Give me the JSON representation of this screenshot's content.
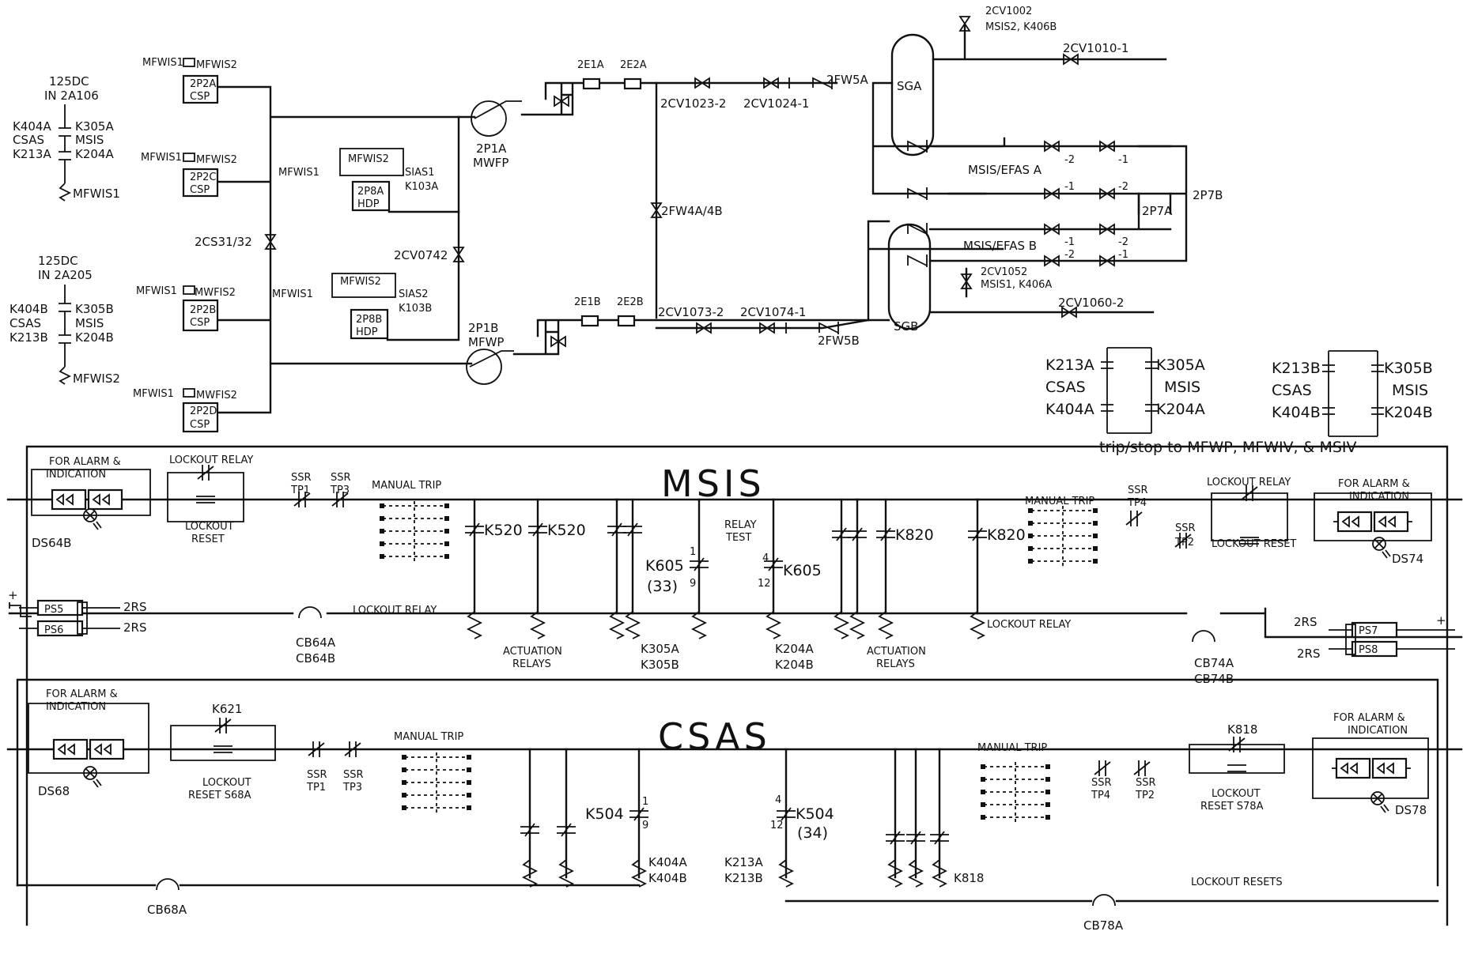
{
  "power_supplies": {
    "supply_a": {
      "line1": "125DC",
      "line2": "IN 2A106"
    },
    "supply_b": {
      "line1": "125DC",
      "line2": "IN 2A205"
    }
  },
  "valve_interlocks": {
    "left_a": [
      "K404A",
      "CSAS",
      "K213A"
    ],
    "right_a": [
      "K305A",
      "MSIS",
      "K204A"
    ],
    "coil_a": "MFWIS1",
    "left_b": [
      "K404B",
      "CSAS",
      "K213B"
    ],
    "right_b": [
      "K305B",
      "MSIS",
      "K204B"
    ],
    "coil_b": "MFWIS2"
  },
  "pumps": {
    "p2a": {
      "top_left": "MFWIS1",
      "top_right": "MFWIS2",
      "name": "2P2A",
      "type": "CSP"
    },
    "p2c": {
      "top_left": "MFWIS1",
      "top_right": "MFWIS2",
      "name": "2P2C",
      "type": "CSP"
    },
    "p2b": {
      "top_left": "MFWIS1",
      "top_right": "MWFIS2",
      "name": "2P2B",
      "type": "CSP"
    },
    "p2d": {
      "top_left": "MFWIS1",
      "top_right": "MWFIS2",
      "name": "2P2D",
      "type": "CSP"
    },
    "p8a": {
      "left": "MFWIS1",
      "top": "MFWIS2",
      "name": "2P8A",
      "type": "HDP",
      "sig1": "SIAS1",
      "sig2": "K103A"
    },
    "p8b": {
      "left": "MFWIS1",
      "top": "MFWIS2",
      "name": "2P8B",
      "type": "HDP",
      "sig1": "SIAS2",
      "sig2": "K103B"
    },
    "mfwp_a": {
      "name": "2P1A",
      "type": "MWFP"
    },
    "mfwp_b": {
      "name": "2P1B",
      "type": "MFWP"
    }
  },
  "valves": {
    "cs3132": "2CS31/32",
    "cv0742": "2CV0742",
    "e1a": "2E1A",
    "e2a": "2E2A",
    "e1b": "2E1B",
    "e2b": "2E2B",
    "cv1023": "2CV1023-2",
    "cv1024": "2CV1024-1",
    "cv1073": "2CV1073-2",
    "cv1074": "2CV1074-1",
    "fw4": "2FW4A/4B",
    "fw5a": "2FW5A",
    "fw5b": "2FW5B",
    "cv1002": "2CV1002",
    "cv1002_sig": "MSIS2, K406B",
    "cv1010": "2CV1010-1",
    "cv1052": "2CV1052",
    "cv1052_sig": "MSIS1, K406A",
    "cv1060": "2CV1060-2",
    "p7a": "2P7A",
    "p7b": "2P7B",
    "efas_a": "MSIS/EFAS A",
    "efas_b": "MSIS/EFAS B",
    "m1": "-1",
    "m2": "-2"
  },
  "steam_generators": {
    "a": "SGA",
    "b": "SGB"
  },
  "trip_contacts": {
    "group_a_left": [
      "K213A",
      "CSAS",
      "K404A"
    ],
    "group_a_right": [
      "K305A",
      "MSIS",
      "K204A"
    ],
    "group_b_left": [
      "K213B",
      "CSAS",
      "K404B"
    ],
    "group_b_right": [
      "K305B",
      "MSIS",
      "K204B"
    ],
    "caption": "trip/stop to MFWP, MFWIV, & MSIV"
  },
  "msis": {
    "title": "MSIS",
    "alarm_left": [
      "FOR ALARM &",
      "INDICATION"
    ],
    "ds_left": "DS64B",
    "lockout_relay": "LOCKOUT RELAY",
    "lockout_reset": [
      "LOCKOUT",
      "RESET"
    ],
    "ssr_tp1": [
      "SSR",
      "TP1"
    ],
    "ssr_tp3": [
      "SSR",
      "TP3"
    ],
    "manual_trip": "MANUAL TRIP",
    "k520": "K520",
    "k605": "K605",
    "k605_num": "(33)",
    "pin1": "1",
    "pin9": "9",
    "pin4": "4",
    "pin12": "12",
    "relay_test": [
      "RELAY",
      "TEST"
    ],
    "k820": "K820",
    "ssr_tp4": [
      "SSR",
      "TP4"
    ],
    "ssr_tp2": [
      "SSR",
      "TP2"
    ],
    "lockout_reset_right": "LOCKOUT RESET",
    "alarm_right": [
      "FOR ALARM &",
      "INDICATION"
    ],
    "ds_right": "DS74",
    "lockout_relay_coil_left": "LOCKOUT RELAY",
    "actuation_left": [
      "ACTUATION",
      "RELAYS"
    ],
    "k305": [
      "K305A",
      "K305B"
    ],
    "k204": [
      "K204A",
      "K204B"
    ],
    "actuation_right": [
      "ACTUATION",
      "RELAYS"
    ],
    "lockout_relay_coil_right": "LOCKOUT RELAY",
    "ps5": "PS5",
    "ps6": "PS6",
    "ps7": "PS7",
    "ps8": "PS8",
    "rs": "2RS",
    "plus": "+",
    "cb_left": [
      "CB64A",
      "CB64B"
    ],
    "cb_right": [
      "CB74A",
      "CB74B"
    ]
  },
  "csas": {
    "title": "CSAS",
    "alarm_left": [
      "FOR ALARM &",
      "INDICATION"
    ],
    "ds_left": "DS68",
    "k621": "K621",
    "lockout_reset_left": [
      "LOCKOUT",
      "RESET S68A"
    ],
    "ssr_tp1": [
      "SSR",
      "TP1"
    ],
    "ssr_tp3": [
      "SSR",
      "TP3"
    ],
    "manual_trip_left": "MANUAL TRIP",
    "k504_left": "K504",
    "k504_right": "K504",
    "k504_num": "(34)",
    "pin1": "1",
    "pin9": "9",
    "pin4": "4",
    "pin12": "12",
    "k404": [
      "K404A",
      "K404B"
    ],
    "k213": [
      "K213A",
      "K213B"
    ],
    "k818_coil": "K818",
    "manual_trip_right": "MANUAL TRIP",
    "ssr_tp4": [
      "SSR",
      "TP4"
    ],
    "ssr_tp2": [
      "SSR",
      "TP2"
    ],
    "k818": "K818",
    "lockout_reset_right": [
      "LOCKOUT",
      "RESET S78A"
    ],
    "alarm_right": [
      "FOR ALARM &",
      "INDICATION"
    ],
    "ds_right": "DS78",
    "lockout_resets": "LOCKOUT RESETS",
    "cb_left": "CB68A",
    "cb_right": "CB78A"
  }
}
